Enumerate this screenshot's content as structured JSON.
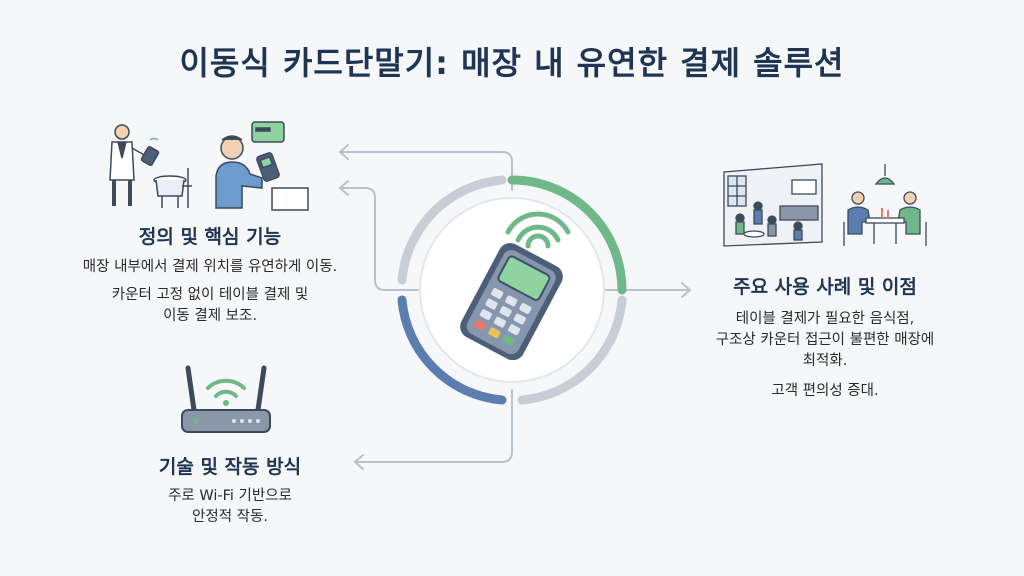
{
  "title": "이동식 카드단말기: 매장 내 유연한 결제 솔루션",
  "sections": {
    "definition": {
      "heading": "정의 및 핵심 기능",
      "line1": "매장 내부에서 결제 위치를 유연하게 이동.",
      "line2": "카운터 고정 없이 테이블 결제 및",
      "line3": "이동 결제 보조."
    },
    "technology": {
      "heading": "기술 및 작동 방식",
      "line1": "주로 Wi-Fi 기반으로",
      "line2": "안정적 작동."
    },
    "usecases": {
      "heading": "주요 사용 사례 및 이점",
      "line1": "테이블 결제가 필요한 음식점,",
      "line2": "구조상 카운터 접근이 불편한 매장에",
      "line3": "최적화.",
      "line4": "고객 편의성 증대."
    }
  },
  "colors": {
    "title": "#1f3554",
    "ring_green": "#6fb88a",
    "ring_blue": "#5b7db0",
    "ring_gray": "#c9ced6",
    "connector": "#b8c2cc",
    "terminal_body": "#4d5f78",
    "terminal_screen": "#8fd3a0"
  },
  "icons": [
    "waiter-icon",
    "customer-payment-icon",
    "wifi-router-icon",
    "restaurant-interior-icon",
    "diners-icon",
    "card-terminal-icon"
  ]
}
